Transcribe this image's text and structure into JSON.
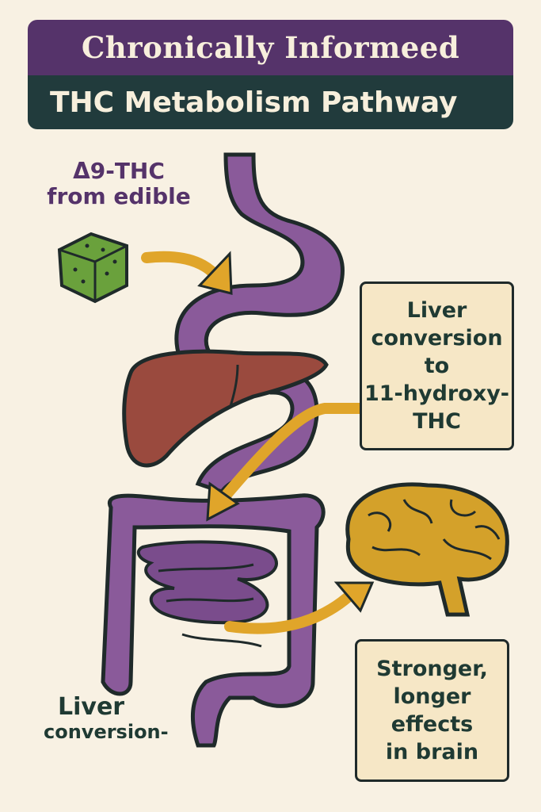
{
  "header": {
    "brand": "Chronically Informeed",
    "title": "THC Metabolism Pathway"
  },
  "source_label": {
    "line1": "Δ9-THC",
    "line2": "from edible"
  },
  "boxes": {
    "liver": {
      "line1": "Liver",
      "line2": "conversion",
      "line3": "to",
      "line4": "11-hydroxy-",
      "line5": "THC"
    },
    "brain": {
      "line1": "Stronger,",
      "line2": "longer",
      "line3": "effects",
      "line4": "in brain"
    }
  },
  "bottom_label": {
    "line1": "Liver",
    "line2": "conversion-"
  },
  "colors": {
    "background": "#f8f1e3",
    "brand_bar": "#55336a",
    "title_bar": "#213b3c",
    "organ": "#8a5a9a",
    "liver": "#9a4a3e",
    "arrow": "#e0a52a",
    "brain": "#d4a12a",
    "edible": "#6aa13c"
  }
}
